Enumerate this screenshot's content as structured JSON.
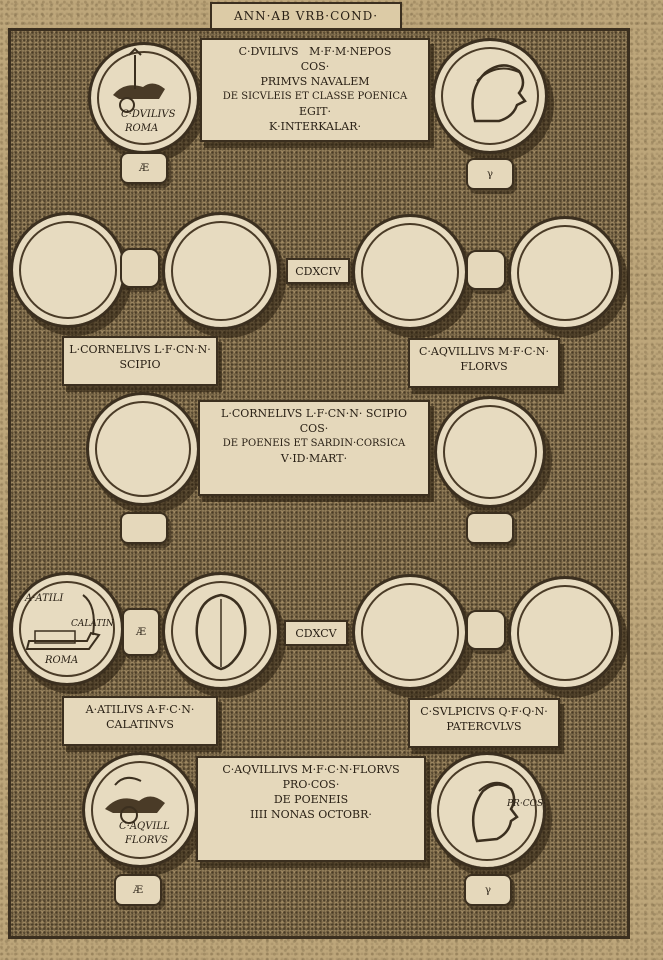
{
  "header": {
    "title": "ANN·AB VRB·COND·"
  },
  "top": {
    "plaque": [
      "C·DVILIVS",
      "M·F·M·NEPOS",
      "COS·",
      "PRIMVS NAVALEM",
      "DE SICVLEIS ET CLASSE POENICA",
      "EGIT·",
      "K·INTERKALAR·"
    ],
    "coin_left": {
      "l1": "C·DVILIVS",
      "l2": "ROMA"
    },
    "tag_left": "Æ",
    "tag_right": "γ"
  },
  "row2": {
    "year": "CDXCIV",
    "left_plaque": [
      "L·CORNELIVS L·F·CN·N·",
      "SCIPIO"
    ],
    "right_plaque": [
      "C·AQVILLIVS M·F·C·N·",
      "FLORVS"
    ]
  },
  "middle": {
    "plaque": [
      "L·CORNELIVS L·F·CN·N· SCIPIO",
      "COS·",
      "DE POENEIS ET SARDIN·CORSICA",
      "V·ID·MART·"
    ]
  },
  "row4": {
    "year": "CDXCV",
    "coin_left": {
      "l1": "A·ATILI",
      "l2": "CALATIN",
      "l3": "ROMA"
    },
    "tag_left": "Æ",
    "left_plaque": [
      "A·ATILIVS  A·F·C·N·",
      "CALATINVS"
    ],
    "right_plaque": [
      "C·SVLPICIVS  Q·F·Q·N·",
      "PATERCVLVS"
    ]
  },
  "bottom": {
    "plaque": [
      "C·AQVILLIVS M·F·C·N·FLORVS",
      "PRO·COS·",
      "DE POENEIS",
      "IIII NONAS OCTOBR·"
    ],
    "coin_left": {
      "l1": "C·AQVILL",
      "l2": "FLORVS"
    },
    "coin_right": {
      "l1": "PR·COS·"
    },
    "tag_left": "Æ",
    "tag_right": "γ"
  }
}
